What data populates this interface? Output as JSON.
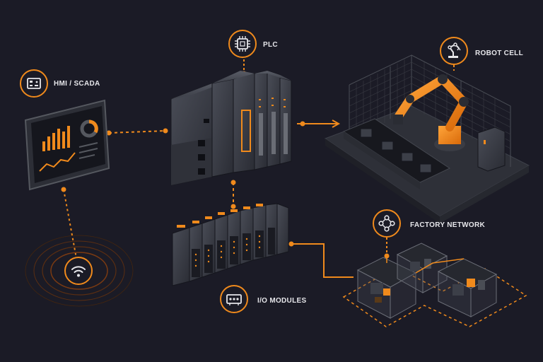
{
  "labels": {
    "hmi": "HMI / SCADA",
    "plc": "PLC",
    "robot": "ROBOT CELL",
    "network": "FACTORY NETWORK",
    "io": "I/O MODULES"
  },
  "icons": {
    "hmi": "hmi-panel-icon",
    "plc": "chip-icon",
    "robot": "robot-arm-icon",
    "network": "network-nodes-icon",
    "io": "io-module-icon",
    "wireless": "wifi-icon"
  },
  "colors": {
    "background": "#1b1b26",
    "accent": "#f08a1c",
    "label": "#e6e6ea",
    "hardware": "#3a3d47"
  }
}
